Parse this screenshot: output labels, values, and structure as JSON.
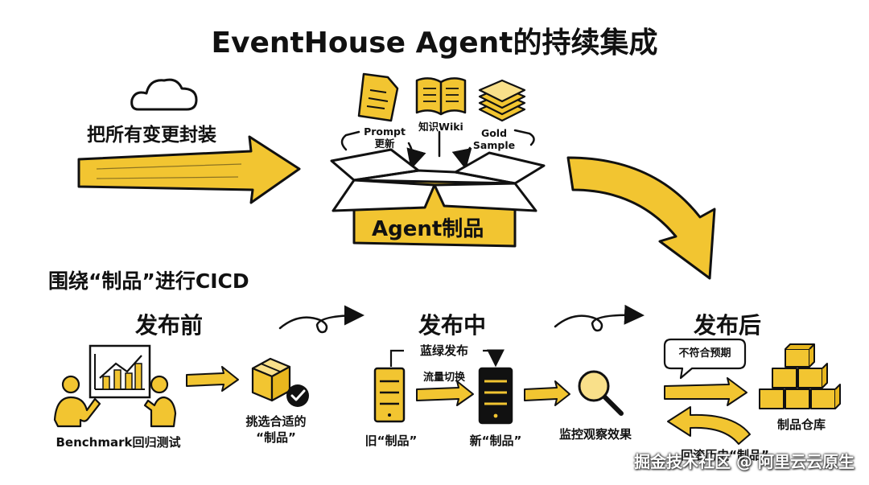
{
  "title": "EventHouse Agent的持续集成",
  "top": {
    "pack_label": "把所有变更封装",
    "inputs": [
      {
        "label_line1": "Prompt",
        "label_line2": "更新",
        "icon": "document-icon"
      },
      {
        "label_line1": "知识Wiki",
        "label_line2": "",
        "icon": "book-icon"
      },
      {
        "label_line1": "Gold",
        "label_line2": "Sample",
        "icon": "paper-stack-icon"
      }
    ],
    "box_label": "Agent制品"
  },
  "cicd_label": "围绕“制品”进行CICD",
  "stages": {
    "before": {
      "title": "发布前",
      "benchmark_label": "Benchmark回归测试",
      "select_label_line1": "挑选合适的",
      "select_label_line2": "“制品”"
    },
    "during": {
      "title": "发布中",
      "bluegreen_label": "蓝绿发布",
      "traffic_label": "流量切换",
      "old_label": "旧“制品”",
      "new_label": "新“制品”",
      "monitor_label": "监控观察效果"
    },
    "after": {
      "title": "发布后",
      "bubble_label": "不符合预期",
      "warehouse_label": "制品仓库",
      "rollback_label": "回滚历史“制品”"
    }
  },
  "colors": {
    "accent": "#F2C531",
    "accent_light": "#F9E08A",
    "ink": "#111111"
  },
  "watermark": "掘金技术社区 @ 阿里云云原生"
}
